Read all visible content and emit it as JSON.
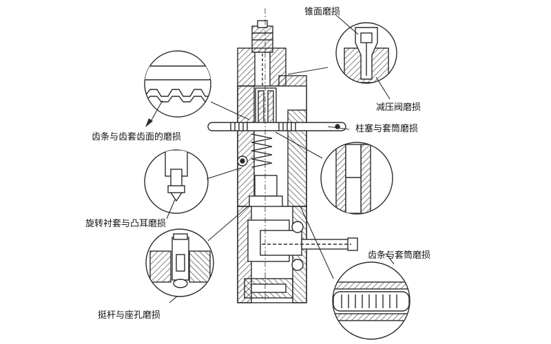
{
  "diagram": {
    "labels": {
      "cone_face_wear": "锥面磨损",
      "relief_valve_wear": "减压阀磨损",
      "rack_sleeve_tooth_wear": "齿条与齿套齿面的磨损",
      "plunger_barrel_wear": "柱塞与套筒磨损",
      "rotating_bushing_lug_wear": "旋转衬套与凸耳磨损",
      "rack_barrel_wear": "齿条与套筒磨损",
      "tappet_seat_hole_wear": "挺杆与座孔磨损"
    },
    "colors": {
      "line": "#2a2a2a",
      "hatch": "#3a3a3a",
      "background": "#ffffff"
    }
  }
}
